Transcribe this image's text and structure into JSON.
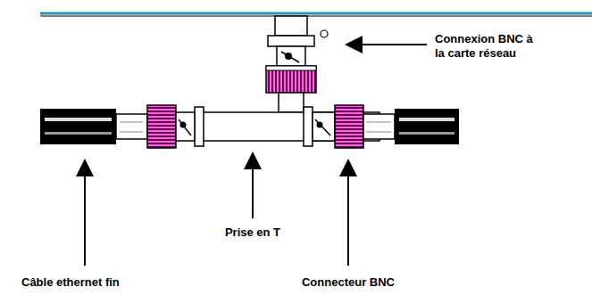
{
  "diagram": {
    "labels": [
      "Connexion BNC à la carte réseau",
      "Prise en T",
      "Câble ethernet fin",
      "Connecteur BNC"
    ]
  }
}
